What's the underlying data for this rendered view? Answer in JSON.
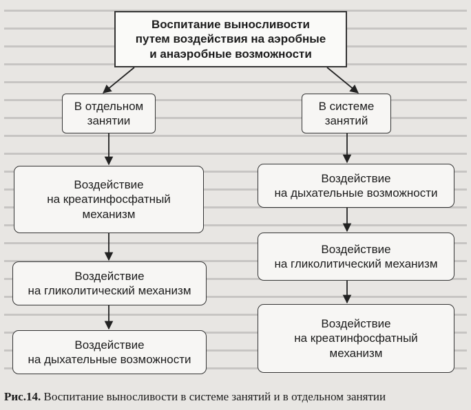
{
  "diagram": {
    "root": "Воспитание выносливости\nпутем воздействия на аэробные\nи анаэробные возможности",
    "branches": [
      {
        "label": "В отдельном\nзанятии",
        "steps": [
          "Воздействие\nна креатинфосфатный\nмеханизм",
          "Воздействие\nна гликолитический механизм",
          "Воздействие\nна дыхательные возможности"
        ]
      },
      {
        "label": "В системе\nзанятий",
        "steps": [
          "Воздействие\nна дыхательные возможности",
          "Воздействие\nна гликолитический механизм",
          "Воздействие\nна креатинфосфатный\nмеханизм"
        ]
      }
    ]
  },
  "caption": {
    "label": "Рис.14.",
    "text": " Воспитание выносливости в системе занятий и в отдельном занятии"
  }
}
